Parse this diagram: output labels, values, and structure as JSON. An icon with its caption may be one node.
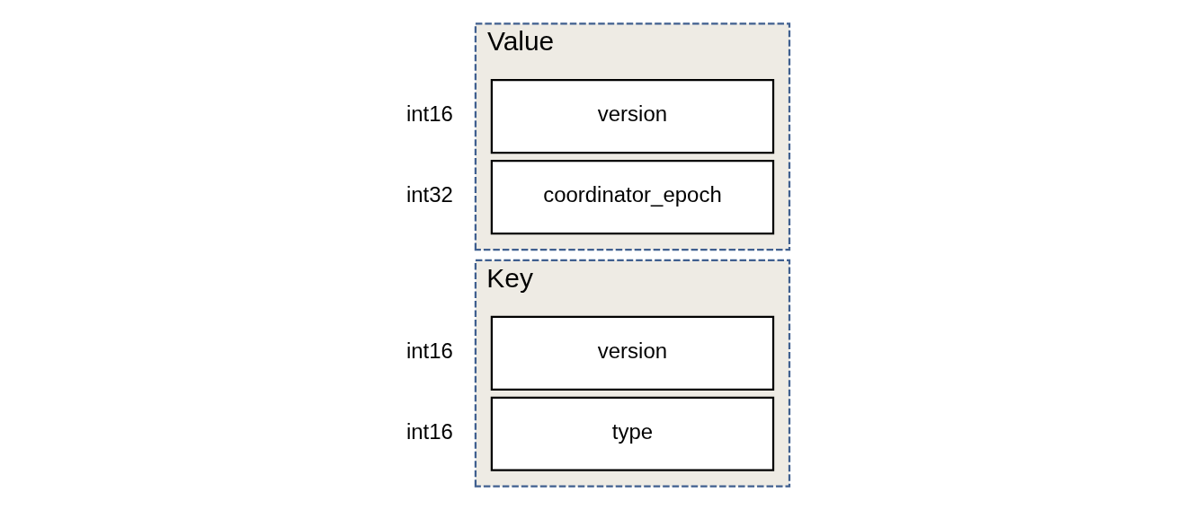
{
  "diagram": {
    "nodes": [
      {
        "text": [
          "Key"
        ]
      },
      {
        "text": [
          "version"
        ],
        "in": 0,
        "beside": [
          "int16"
        ]
      },
      {
        "text": [
          "type"
        ],
        "in": 0,
        "beside": [
          "int16"
        ]
      },
      {
        "text": [
          "Value"
        ]
      },
      {
        "text": [
          "version"
        ],
        "in": 3,
        "beside": [
          "int16"
        ]
      },
      {
        "text": [
          "coordinator_epoch"
        ],
        "in": 3,
        "beside": [
          "int32"
        ]
      }
    ]
  }
}
